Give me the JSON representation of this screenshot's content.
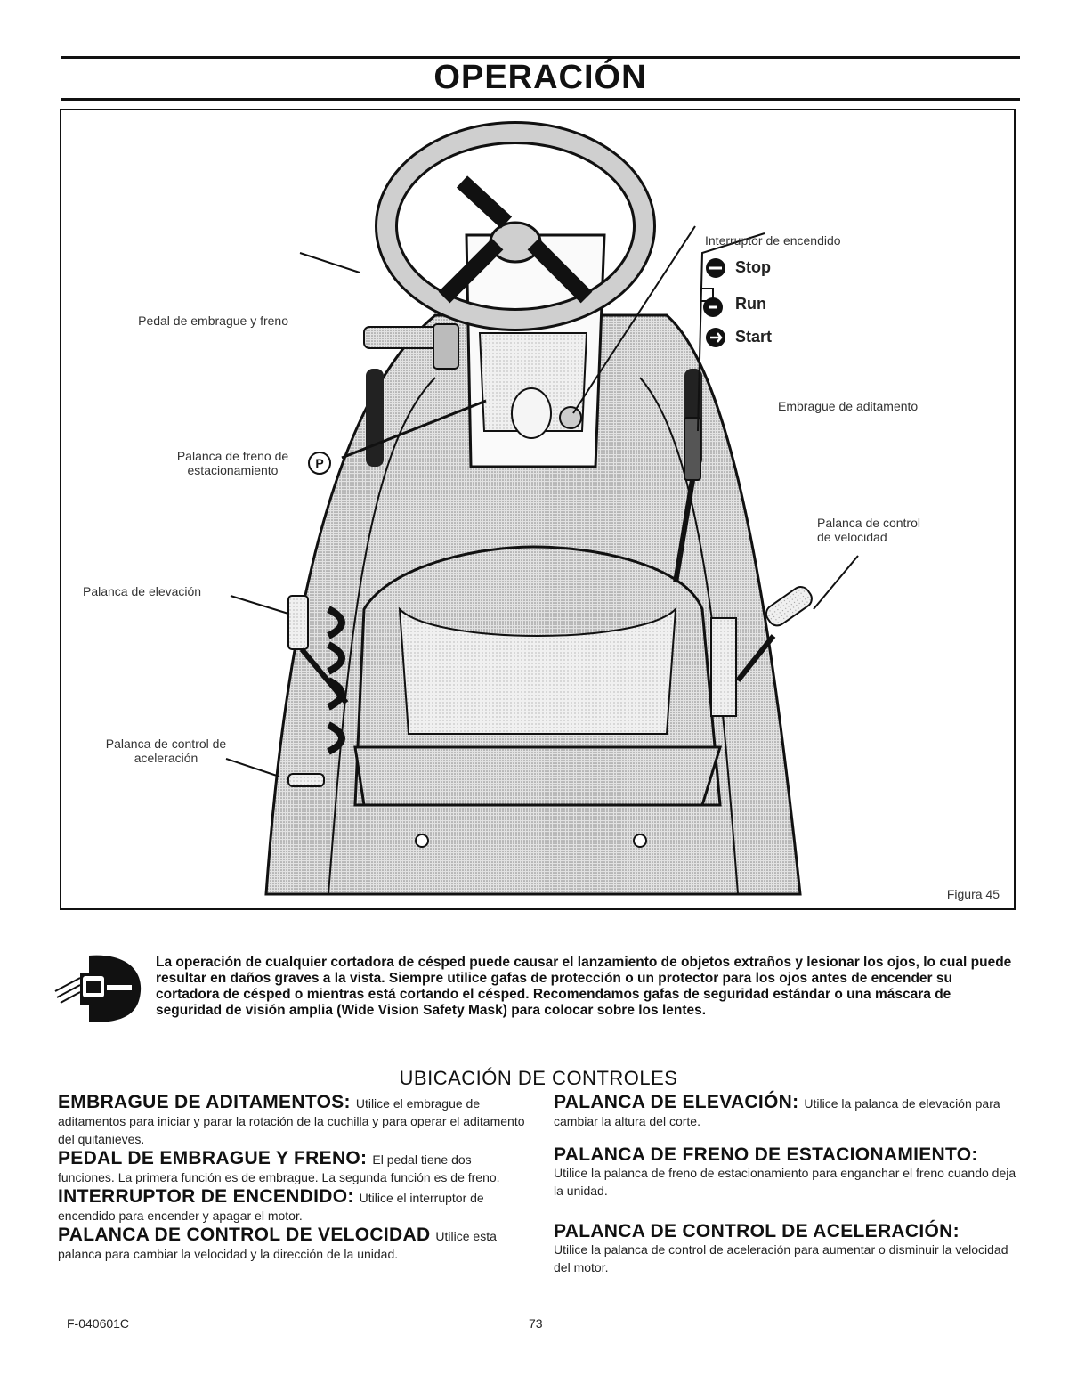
{
  "page": {
    "title": "OPERACIÓN",
    "figure": {
      "caption": "Figura 45",
      "labels": {
        "pedal": "Pedal de embrague y freno",
        "ignition_title": "Interruptor de encendido",
        "stop": "Stop",
        "run": "Run",
        "start": "Start",
        "attachment_clutch": "Embrague de aditamento",
        "parking_brake_l1": "Palanca de freno de",
        "parking_brake_l2": "estacionamiento",
        "speed_control_l1": "Palanca de control",
        "speed_control_l2": "de velocidad",
        "lift_lever": "Palanca de elevación",
        "throttle_l1": "Palanca de control de",
        "throttle_l2": "aceleración"
      },
      "icons": [
        "steering-wheel-icon",
        "parking-p-icon",
        "stop-icon",
        "run-icon",
        "start-icon"
      ]
    },
    "warning": {
      "icon": "eye-protection-icon",
      "text": "La operación de cualquier cortadora de césped puede causar el lanzamiento de objetos extraños y lesionar los ojos, lo cual puede resultar en daños graves a la vista. Siempre utilice gafas de protección o un protector para los ojos antes de encender su cortadora de césped o mientras está cortando el césped. Recomendamos gafas de seguridad estándar o una máscara de seguridad de visión amplia (Wide Vision Safety Mask) para colocar sobre los lentes."
    },
    "controls": {
      "title": "UBICACIÓN DE CONTROLES",
      "left": [
        {
          "head": "EMBRAGUE DE ADITAMENTOS:",
          "body": "Utilice el embrague de aditamentos para iniciar y parar la rotación de la cuchilla y para operar el aditamento del quitanieves."
        },
        {
          "head": "PEDAL DE EMBRAGUE Y FRENO:",
          "body": "El pedal tiene dos funciones. La primera función es de embrague. La segunda función es de freno."
        },
        {
          "head": "INTERRUPTOR DE ENCENDIDO:",
          "body": "Utilice el interruptor de encendido para encender y apagar el motor."
        },
        {
          "head": "PALANCA DE CONTROL DE VELOCIDAD",
          "body": "Utilice esta palanca para cambiar la velocidad y la dirección de la unidad."
        }
      ],
      "right": [
        {
          "head": "PALANCA DE ELEVACIÓN:",
          "body": "Utilice la palanca de elevación para cambiar la altura del corte."
        },
        {
          "head": "PALANCA DE FRENO DE ESTACIONAMIENTO:",
          "body": "Utilice la palanca de freno de estacionamiento para enganchar el freno cuando deja la unidad."
        },
        {
          "head": "PALANCA DE CONTROL DE ACELERACIÓN:",
          "body": "Utilice la palanca de control de aceleración para aumentar o disminuir la velocidad del motor."
        }
      ]
    },
    "footer": {
      "code": "F-040601C",
      "page_number": "73"
    }
  }
}
